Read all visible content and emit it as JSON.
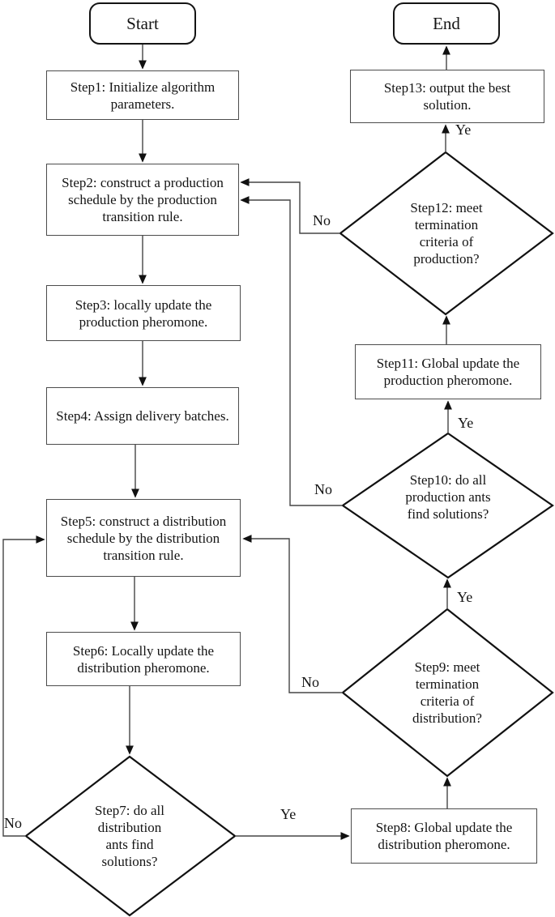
{
  "nodes": {
    "start": {
      "label": "Start"
    },
    "step1": {
      "label": "Step1: Initialize algorithm parameters."
    },
    "step2": {
      "label": "Step2: construct a production schedule by the production transition rule."
    },
    "step3": {
      "label": "Step3: locally update the production pheromone."
    },
    "step4": {
      "label": "Step4: Assign delivery batches."
    },
    "step5": {
      "label": "Step5: construct a distribution schedule by the distribution transition rule."
    },
    "step6": {
      "label": "Step6: Locally update the distribution pheromone."
    },
    "step7": {
      "label": "Step7: do all distribution ants find solutions?"
    },
    "step8": {
      "label": "Step8: Global update the distribution pheromone."
    },
    "step9": {
      "label": "Step9: meet termination criteria of distribution?"
    },
    "step10": {
      "label": "Step10: do all production ants find solutions?"
    },
    "step11": {
      "label": "Step11: Global update the production pheromone."
    },
    "step12": {
      "label": "Step12: meet termination criteria of production?"
    },
    "step13": {
      "label": "Step13: output the best solution."
    },
    "end": {
      "label": "End"
    }
  },
  "edges": {
    "step7_yes": "Ye",
    "step7_no": "No",
    "step9_yes": "Ye",
    "step9_no": "No",
    "step10_yes": "Ye",
    "step10_no": "No",
    "step12_yes": "Ye",
    "step12_no": "No"
  },
  "connections": [
    {
      "from": "start",
      "to": "step1"
    },
    {
      "from": "step1",
      "to": "step2"
    },
    {
      "from": "step2",
      "to": "step3"
    },
    {
      "from": "step3",
      "to": "step4"
    },
    {
      "from": "step4",
      "to": "step5"
    },
    {
      "from": "step5",
      "to": "step6"
    },
    {
      "from": "step6",
      "to": "step7"
    },
    {
      "from": "step7",
      "to": "step8",
      "label": "Ye"
    },
    {
      "from": "step7",
      "to": "step5",
      "label": "No"
    },
    {
      "from": "step8",
      "to": "step9"
    },
    {
      "from": "step9",
      "to": "step10",
      "label": "Ye"
    },
    {
      "from": "step9",
      "to": "step5",
      "label": "No"
    },
    {
      "from": "step10",
      "to": "step11",
      "label": "Ye"
    },
    {
      "from": "step10",
      "to": "step2",
      "label": "No"
    },
    {
      "from": "step11",
      "to": "step12"
    },
    {
      "from": "step12",
      "to": "step13",
      "label": "Ye"
    },
    {
      "from": "step12",
      "to": "step2",
      "label": "No"
    },
    {
      "from": "step13",
      "to": "end"
    }
  ],
  "colors": {
    "background": "#ffffff",
    "box_border": "#4c4c4c",
    "diamond_border": "#111111",
    "connector": "#454545",
    "text": "#141414"
  }
}
